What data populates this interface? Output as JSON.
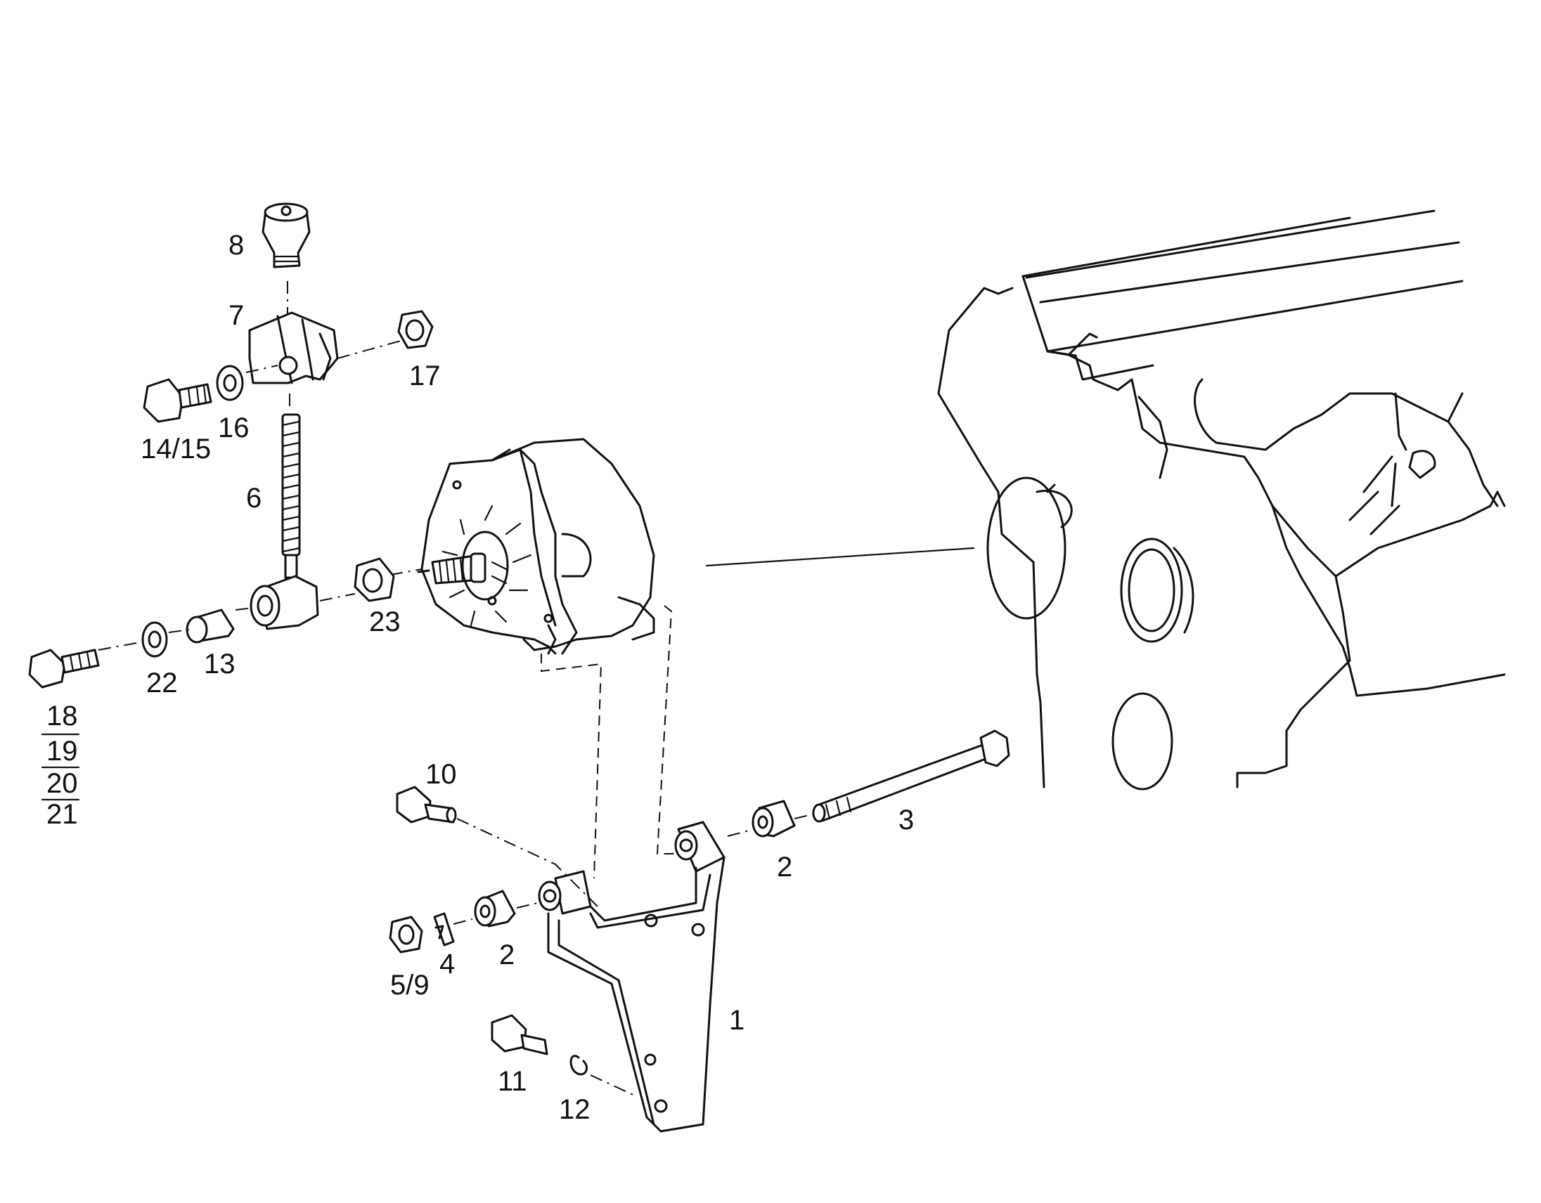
{
  "labels": {
    "p1": "1",
    "p2a": "2",
    "p2b": "2",
    "p3": "3",
    "p4": "4",
    "p59": "5/9",
    "p6": "6",
    "p7": "7",
    "p8": "8",
    "p10": "10",
    "p11": "11",
    "p12": "12",
    "p13": "13",
    "p1415": "14/15",
    "p16": "16",
    "p17": "17",
    "p18": "18",
    "p19": "19",
    "p20": "20",
    "p21": "21",
    "p22": "22",
    "p23": "23"
  }
}
